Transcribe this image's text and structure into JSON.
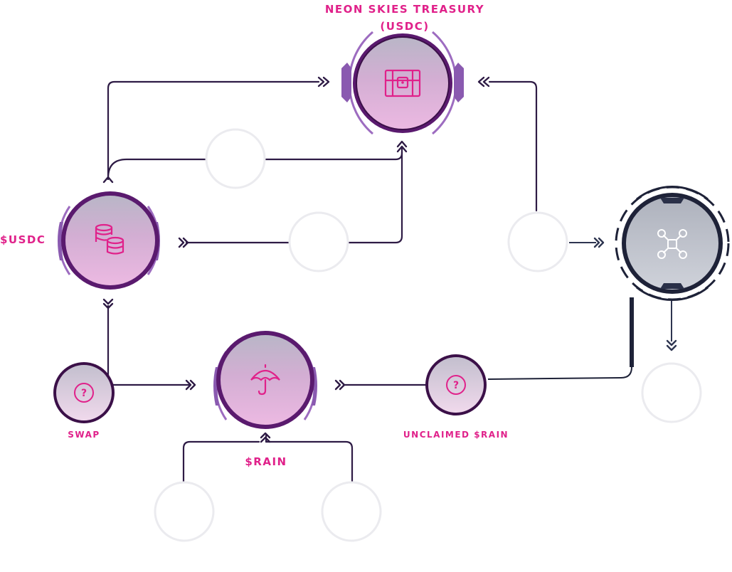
{
  "colors": {
    "brand_magenta": "#e0218a",
    "dark_line": "#2e1b45",
    "deep_purple": "#5a1a6e",
    "violet": "#8a2a9a",
    "ring_purple": "#9d6cc0",
    "navy": "#1e2238",
    "empty_ring": "#ebebef"
  },
  "labels": {
    "treasury_line1": "NEON SKIES TREASURY",
    "treasury_line2": "(USDC)",
    "usdc": "$USDC",
    "swap": "SWAP",
    "rain": "$RAIN",
    "unclaimed": "UNCLAIMED $RAIN"
  },
  "icons": {
    "treasury": "treasure-chest-icon",
    "usdc": "coin-stack-icon",
    "rain": "umbrella-icon",
    "swap": "question-mark-icon",
    "unclaimed": "question-mark-icon",
    "drone": "drone-icon"
  }
}
